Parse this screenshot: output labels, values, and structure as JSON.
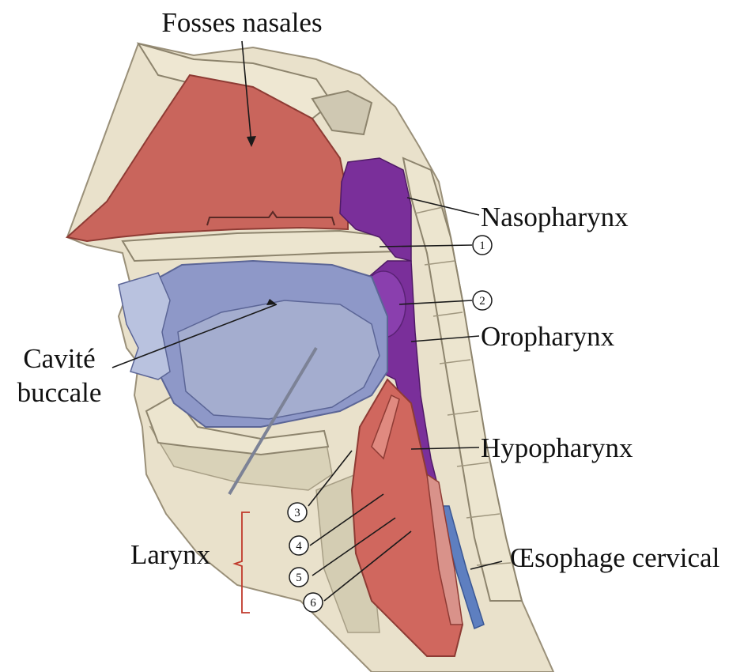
{
  "labels": {
    "fosses_nasales": "Fosses nasales",
    "nasopharynx": "Nasopharynx",
    "oropharynx": "Oropharynx",
    "hypopharynx": "Hypopharynx",
    "oesophage": "Œsophage cervical",
    "cavite_line1": "Cavité",
    "cavite_line2": "buccale",
    "larynx": "Larynx"
  },
  "markers": [
    "1",
    "2",
    "3",
    "4",
    "5",
    "6"
  ],
  "colors": {
    "nasal_cavity": "#c9655c",
    "pharynx": "#7a2f9a",
    "oral_cavity": "#8e98c8",
    "larynx": "#d0675e",
    "bone": "#e8e1cc",
    "esophagus": "#5e7fc0",
    "bracket": "#c0392b"
  }
}
